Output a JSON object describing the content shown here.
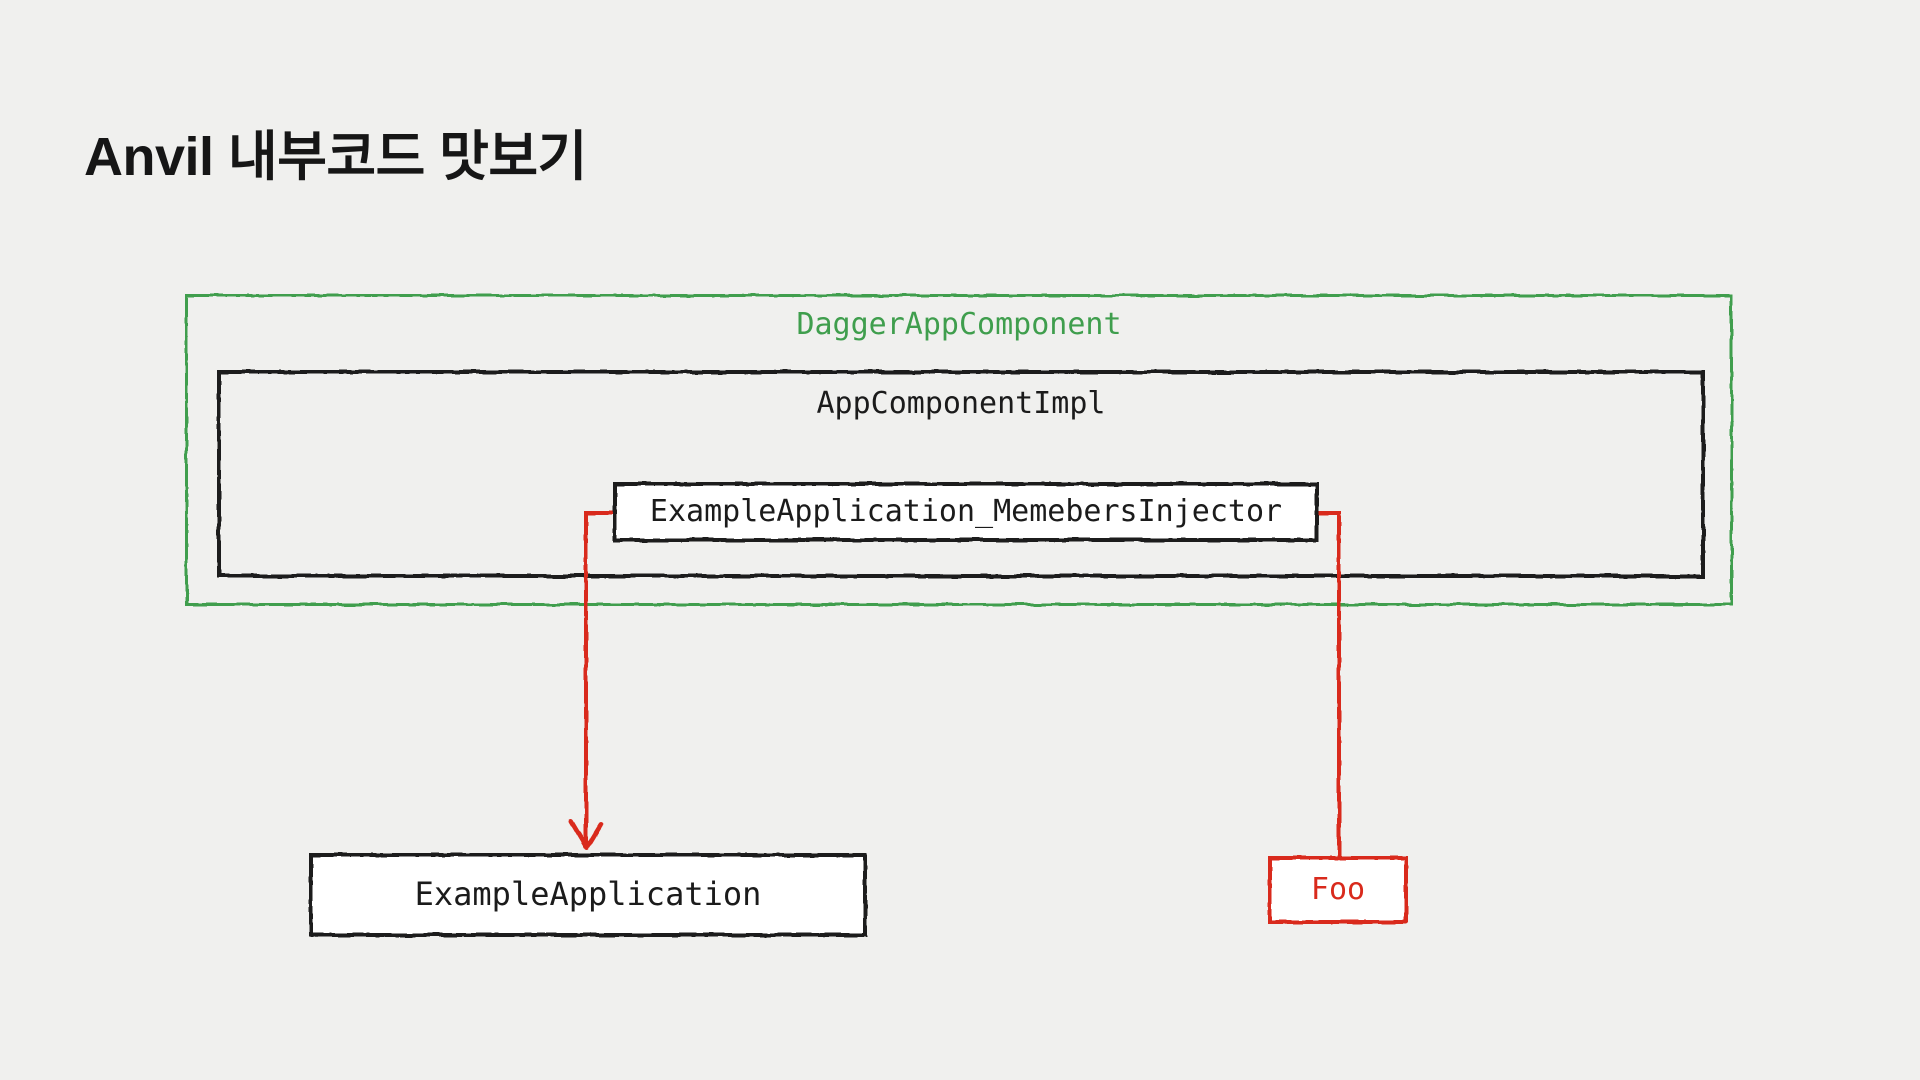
{
  "slide": {
    "title": "Anvil 내부코드 맛보기"
  },
  "colors": {
    "background": "#f0f0ee",
    "green": "#3f9e4d",
    "red": "#d92a1c",
    "ink": "#1b1b1b",
    "box-fill": "#ffffff"
  },
  "diagram": {
    "dagger_component": {
      "label": "DaggerAppComponent"
    },
    "app_component_impl": {
      "label": "AppComponentImpl"
    },
    "members_injector": {
      "label": "ExampleApplication_MemebersInjector"
    },
    "example_application": {
      "label": "ExampleApplication"
    },
    "foo": {
      "label": "Foo"
    },
    "edges": [
      {
        "from": "ExampleApplication_MemebersInjector",
        "to": "ExampleApplication",
        "style": "arrow",
        "color": "#d92a1c"
      },
      {
        "from": "ExampleApplication_MemebersInjector",
        "to": "Foo",
        "style": "line",
        "color": "#d92a1c"
      }
    ]
  }
}
